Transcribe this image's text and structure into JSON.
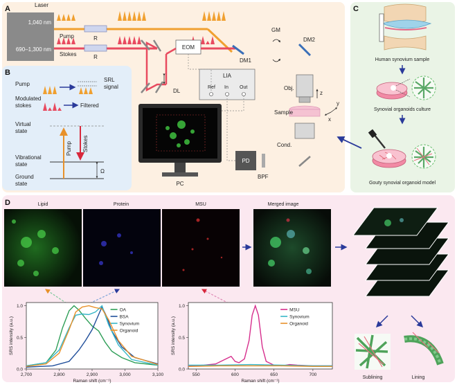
{
  "panels": {
    "a": {
      "letter": "A",
      "laser": "Laser",
      "wl_pump": "1,040 nm",
      "wl_stokes": "690–1,300 nm",
      "pump": "Pump",
      "stokes": "Stokes",
      "r1": "R",
      "r2": "R",
      "eom": "EOM",
      "gm": "GM",
      "dm1": "DM1",
      "dm2": "DM2",
      "dl": "DL",
      "lia": "LIA",
      "ref": "Ref",
      "in": "In",
      "out": "Out",
      "obj": "Obj.",
      "z": "z",
      "y": "y",
      "x": "x",
      "sample": "Sample",
      "cond": "Cond.",
      "pc": "PC",
      "pd": "PD",
      "bpf": "BPF"
    },
    "b": {
      "letter": "B",
      "pump": "Pump",
      "srl1": "SRL",
      "srl2": "signal",
      "mod1": "Modulated",
      "mod2": "stokes",
      "filtered": "Filtered",
      "virtual1": "Virtual",
      "virtual2": "state",
      "vib1": "Vibrational",
      "vib2": "state",
      "ground1": "Ground",
      "ground2": "state",
      "pump_arrow": "Pump",
      "stokes_arrow": "Stokes",
      "omega": "Ω"
    },
    "c": {
      "letter": "C",
      "s1": "Human synovium sample",
      "s2": "Synovial organoids culture",
      "s3": "Gouty synovial organoid model"
    },
    "d": {
      "letter": "D",
      "lipid": "Lipid",
      "protein": "Protein",
      "msu": "MSU",
      "merged": "Merged image",
      "sublining": "Sublining",
      "lining": "Lining"
    }
  },
  "colors": {
    "pump": "#f0a030",
    "stokes": "#e84a5f",
    "panel_a_bg": "#fdf0e2",
    "panel_b_bg": "#e3eef9",
    "panel_c_bg": "#eaf4e6",
    "panel_d_bg": "#fbe8f0",
    "arrow": "#2a3a9a"
  },
  "chart_data": [
    {
      "type": "line",
      "xlabel": "Raman shift (cm⁻¹)",
      "ylabel": "SRS intensity (a.u.)",
      "xlim": [
        2700,
        3100
      ],
      "ylim": [
        0,
        1.05
      ],
      "xticks": [
        "2,700",
        "2,800",
        "2,900",
        "3,000",
        "3,100"
      ],
      "xtick_values": [
        2700,
        2800,
        2900,
        3000,
        3100
      ],
      "yticks": [
        "0.0",
        "0.5",
        "1.0"
      ],
      "ytick_values": [
        0,
        0.5,
        1.0
      ],
      "legend_position": "right",
      "series": [
        {
          "name": "OA",
          "color": "#2e9e57",
          "x": [
            2700,
            2760,
            2790,
            2810,
            2830,
            2845,
            2860,
            2880,
            2900,
            2920,
            2940,
            2960,
            2990,
            3030,
            3100
          ],
          "y": [
            0.05,
            0.1,
            0.3,
            0.65,
            0.92,
            1.0,
            0.93,
            0.8,
            0.68,
            0.6,
            0.42,
            0.28,
            0.18,
            0.1,
            0.06
          ]
        },
        {
          "name": "BSA",
          "color": "#1f4e9a",
          "x": [
            2700,
            2780,
            2830,
            2860,
            2880,
            2900,
            2915,
            2930,
            2945,
            2960,
            2990,
            3030,
            3100
          ],
          "y": [
            0.03,
            0.05,
            0.12,
            0.3,
            0.45,
            0.62,
            0.8,
            0.98,
            0.82,
            0.6,
            0.35,
            0.18,
            0.08
          ]
        },
        {
          "name": "Synovium",
          "color": "#36b6c7",
          "x": [
            2700,
            2760,
            2800,
            2830,
            2850,
            2870,
            2890,
            2910,
            2930,
            2950,
            2980,
            3020,
            3100
          ],
          "y": [
            0.05,
            0.1,
            0.3,
            0.65,
            0.85,
            0.87,
            0.86,
            0.9,
            1.0,
            0.7,
            0.38,
            0.15,
            0.06
          ]
        },
        {
          "name": "Organoid",
          "color": "#e8912a",
          "x": [
            2700,
            2760,
            2800,
            2830,
            2850,
            2870,
            2890,
            2910,
            2930,
            2950,
            2980,
            3020,
            3100
          ],
          "y": [
            0.04,
            0.08,
            0.25,
            0.62,
            0.9,
            0.98,
            1.0,
            0.97,
            0.95,
            0.78,
            0.45,
            0.2,
            0.07
          ]
        }
      ]
    },
    {
      "type": "line",
      "xlabel": "Raman shift (cm⁻¹)",
      "ylabel": "SRS intensity (a.u.)",
      "xlim": [
        540,
        725
      ],
      "ylim": [
        0,
        1.05
      ],
      "xticks": [
        "550",
        "600",
        "650",
        "700"
      ],
      "xtick_values": [
        550,
        600,
        650,
        700
      ],
      "yticks": [
        "0.0",
        "0.5",
        "1.0"
      ],
      "ytick_values": [
        0,
        0.5,
        1.0
      ],
      "legend_position": "top-right",
      "series": [
        {
          "name": "MSU",
          "color": "#d62d8c",
          "x": [
            540,
            560,
            575,
            585,
            595,
            600,
            605,
            612,
            618,
            622,
            626,
            630,
            635,
            640,
            650,
            660,
            670,
            680,
            700,
            725
          ],
          "y": [
            0.05,
            0.06,
            0.08,
            0.14,
            0.2,
            0.12,
            0.1,
            0.16,
            0.45,
            0.85,
            1.0,
            0.85,
            0.35,
            0.12,
            0.06,
            0.05,
            0.07,
            0.06,
            0.05,
            0.05
          ]
        },
        {
          "name": "Synovium",
          "color": "#36b6c7",
          "x": [
            540,
            580,
            620,
            660,
            700,
            725
          ],
          "y": [
            0.06,
            0.06,
            0.07,
            0.06,
            0.05,
            0.05
          ]
        },
        {
          "name": "Organoid",
          "color": "#e8912a",
          "x": [
            540,
            580,
            620,
            660,
            700,
            725
          ],
          "y": [
            0.04,
            0.05,
            0.05,
            0.05,
            0.04,
            0.04
          ]
        }
      ]
    }
  ]
}
